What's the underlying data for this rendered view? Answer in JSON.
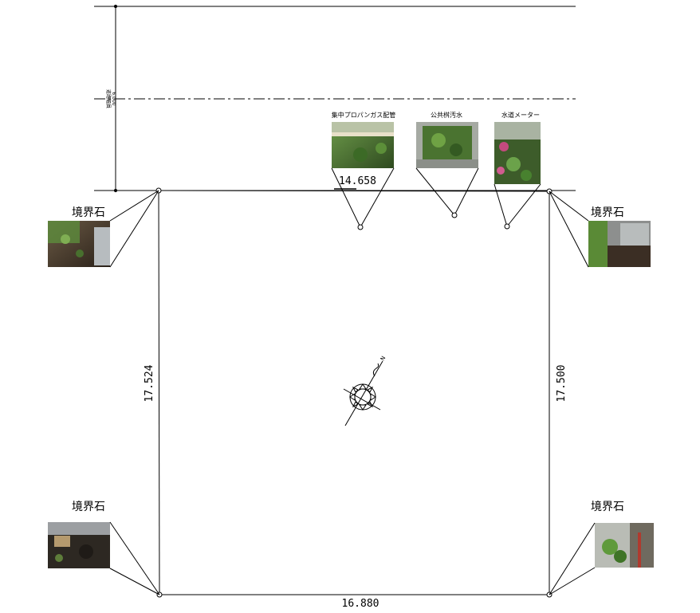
{
  "road": {
    "width_label": "6.000",
    "type_label": "道路幅員"
  },
  "dimensions": {
    "top": "14.658",
    "bottom": "16.880",
    "left": "17.524",
    "right": "17.500"
  },
  "boundary_labels": {
    "top_left": "境界石",
    "top_right": "境界石",
    "bottom_left": "境界石",
    "bottom_right": "境界石"
  },
  "utilities": {
    "gas": "集中プロパンガス配管",
    "drain": "公共桝汚水",
    "water": "水道メーター"
  },
  "compass": {
    "north_label": "N"
  },
  "colors": {
    "line": "#000000",
    "photo_green": "#4f7a34",
    "photo_dark": "#2e3b22",
    "photo_gray": "#9aa0a3",
    "photo_soil": "#3b3128",
    "photo_pink": "#c44a7e"
  }
}
